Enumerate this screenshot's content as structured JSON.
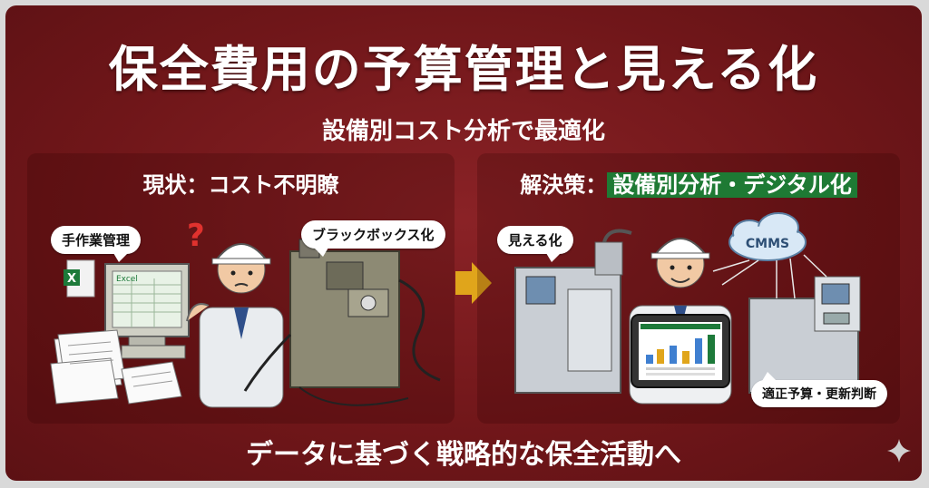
{
  "title": "保全費用の予算管理と見える化",
  "subtitle": "設備別コスト分析で最適化",
  "left_panel": {
    "heading": "現状：コスト不明瞭",
    "bubble_manual": "手作業管理",
    "bubble_blackbox": "ブラックボックス化",
    "monitor_label": "Excel",
    "question_mark": "?"
  },
  "right_panel": {
    "heading_prefix": "解決策：",
    "heading_highlight": "設備別分析・デジタル化",
    "bubble_visible": "見える化",
    "cloud_label": "CMMS",
    "bubble_budget": "適正予算・更新判断"
  },
  "bottom_text": "データに基づく戦略的な保全活動へ",
  "colors": {
    "background": "#6f1619",
    "highlight": "#1e7a34",
    "arrow": "#e0a51b"
  }
}
